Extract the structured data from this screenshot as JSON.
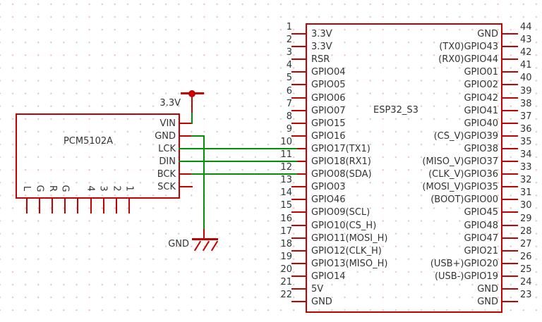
{
  "colors": {
    "symbol_outline": "#c40000",
    "wire": "#009100",
    "text": "#333333",
    "grid_dot": "#f2bcbc",
    "background": "#ffffff"
  },
  "pcm5102a": {
    "title": "PCM5102A",
    "right_pins": [
      "VIN",
      "GND",
      "LCK",
      "DIN",
      "BCK",
      "SCK"
    ],
    "bottom_pins": [
      "L",
      "G",
      "R",
      "G",
      "",
      "4",
      "3",
      "2",
      "1"
    ]
  },
  "esp32": {
    "title": "ESP32_S3",
    "left_pins": [
      {
        "num": "1",
        "name": "3.3V"
      },
      {
        "num": "2",
        "name": "3.3V"
      },
      {
        "num": "3",
        "name": "RSR"
      },
      {
        "num": "4",
        "name": "GPIO04"
      },
      {
        "num": "5",
        "name": "GPIO05"
      },
      {
        "num": "6",
        "name": "GPIO06"
      },
      {
        "num": "7",
        "name": "GPIO07"
      },
      {
        "num": "8",
        "name": "GPIO15"
      },
      {
        "num": "9",
        "name": "GPIO16"
      },
      {
        "num": "10",
        "name": "GPIO17(TX1)"
      },
      {
        "num": "11",
        "name": "GPIO18(RX1)"
      },
      {
        "num": "12",
        "name": "GPIO08(SDA)"
      },
      {
        "num": "13",
        "name": "GPIO03"
      },
      {
        "num": "14",
        "name": "GPIO46"
      },
      {
        "num": "15",
        "name": "GPIO09(SCL)"
      },
      {
        "num": "16",
        "name": "GPIO10(CS_H)"
      },
      {
        "num": "17",
        "name": "GPIO11(MOSI_H)"
      },
      {
        "num": "18",
        "name": "GPIO12(CLK_H)"
      },
      {
        "num": "19",
        "name": "GPIO13(MISO_H)"
      },
      {
        "num": "20",
        "name": "GPIO14"
      },
      {
        "num": "21",
        "name": "5V"
      },
      {
        "num": "22",
        "name": "GND"
      }
    ],
    "right_pins": [
      {
        "num": "44",
        "name": "GND"
      },
      {
        "num": "43",
        "name": "(TX0)GPIO43"
      },
      {
        "num": "42",
        "name": "(RX0)GPIO44"
      },
      {
        "num": "41",
        "name": "GPIO01"
      },
      {
        "num": "40",
        "name": "GPIO02"
      },
      {
        "num": "39",
        "name": "GPIO42"
      },
      {
        "num": "38",
        "name": "GPIO41"
      },
      {
        "num": "37",
        "name": "GPIO40"
      },
      {
        "num": "36",
        "name": "(CS_V)GPIO39"
      },
      {
        "num": "35",
        "name": "GPIO38"
      },
      {
        "num": "34",
        "name": "(MISO_V)GPIO37"
      },
      {
        "num": "33",
        "name": "(CLK_V)GPIO36"
      },
      {
        "num": "32",
        "name": "(MOSI_V)GPIO35"
      },
      {
        "num": "31",
        "name": "(BOOT)GPIO00"
      },
      {
        "num": "30",
        "name": "GPIO45"
      },
      {
        "num": "29",
        "name": "GPIO48"
      },
      {
        "num": "28",
        "name": "GPIO47"
      },
      {
        "num": "27",
        "name": "GPIO21"
      },
      {
        "num": "26",
        "name": "(USB+)GPIO20"
      },
      {
        "num": "25",
        "name": "(USB-)GPIO19"
      },
      {
        "num": "24",
        "name": "GND"
      },
      {
        "num": "23",
        "name": "GND"
      }
    ]
  },
  "power": {
    "v33_label": "3.3V",
    "gnd_label": "GND"
  },
  "nets": [
    {
      "net": "3.3V",
      "from": "3.3V power symbol",
      "to": "PCM5102A.VIN"
    },
    {
      "net": "GND",
      "from": "PCM5102A.GND",
      "to": "GND earth symbol"
    },
    {
      "net": "LCK",
      "from": "PCM5102A.LCK",
      "to": "ESP32_S3 pin 10 GPIO17(TX1)"
    },
    {
      "net": "DIN",
      "from": "PCM5102A.DIN",
      "to": "ESP32_S3 pin 11 GPIO18(RX1)"
    },
    {
      "net": "BCK",
      "from": "PCM5102A.BCK",
      "to": "ESP32_S3 pin 12 GPIO08(SDA)"
    }
  ]
}
